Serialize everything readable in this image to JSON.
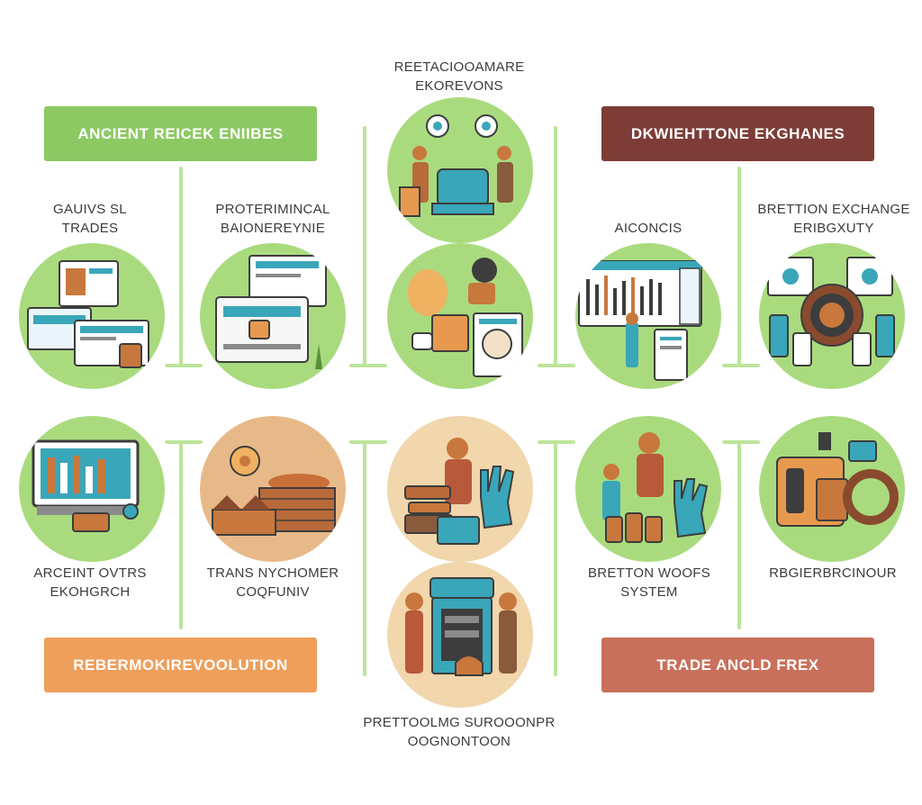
{
  "header": {
    "lines": [
      "REETACIOOAMARE",
      "EKOREVONS"
    ]
  },
  "boxes": {
    "top_left": "ANCIENT REICEK ENIIBES",
    "top_right": "DKWIEHTTONE EKGHANES",
    "bottom_left": "REBERMOKIREVOOLUTION",
    "bottom_right": "TRADE ANCLD FREX"
  },
  "labels": {
    "gauivs_sl": [
      "GAUIVS SL",
      "TRADES"
    ],
    "proteriminal": [
      "PROTERIMINCAL",
      "BAIONEREYNIE"
    ],
    "aiconcis": [
      "AICONCIS"
    ],
    "bretton_exchange": [
      "BRETTION EXCHANGE",
      "ERIBGXUTY"
    ],
    "arceint_ovtrs": [
      "ARCEINT OVTRS",
      "EKOHGRCH"
    ],
    "trans_nychomer": [
      "TRANS NYCHOMER",
      "COQFUNIV"
    ],
    "bretton_woods": [
      "BRETTON WOOFS",
      "SYSTEM"
    ],
    "rbgierbr": [
      "RBGIERBRCINOUR"
    ],
    "footer": [
      "PRETTOOLMG SUROOONPR",
      "OOGNONTOON"
    ]
  },
  "icons": [
    "tablet-cards-icon",
    "computer-screens-icon",
    "people-book-icon",
    "market-trade-icon",
    "stock-chart-icon",
    "coin-dial-icon",
    "laptop-dashboard-icon",
    "coin-landscape-icon",
    "worker-glove-icon",
    "craftsman-icon",
    "workers-gear-icon",
    "factory-icon",
    "machine-workers-icon"
  ],
  "colors": {
    "green": "#8cc963",
    "maroon": "#7d3d36",
    "orange": "#ee9f5b",
    "rust": "#c8705b",
    "connector": "#bde49b"
  }
}
